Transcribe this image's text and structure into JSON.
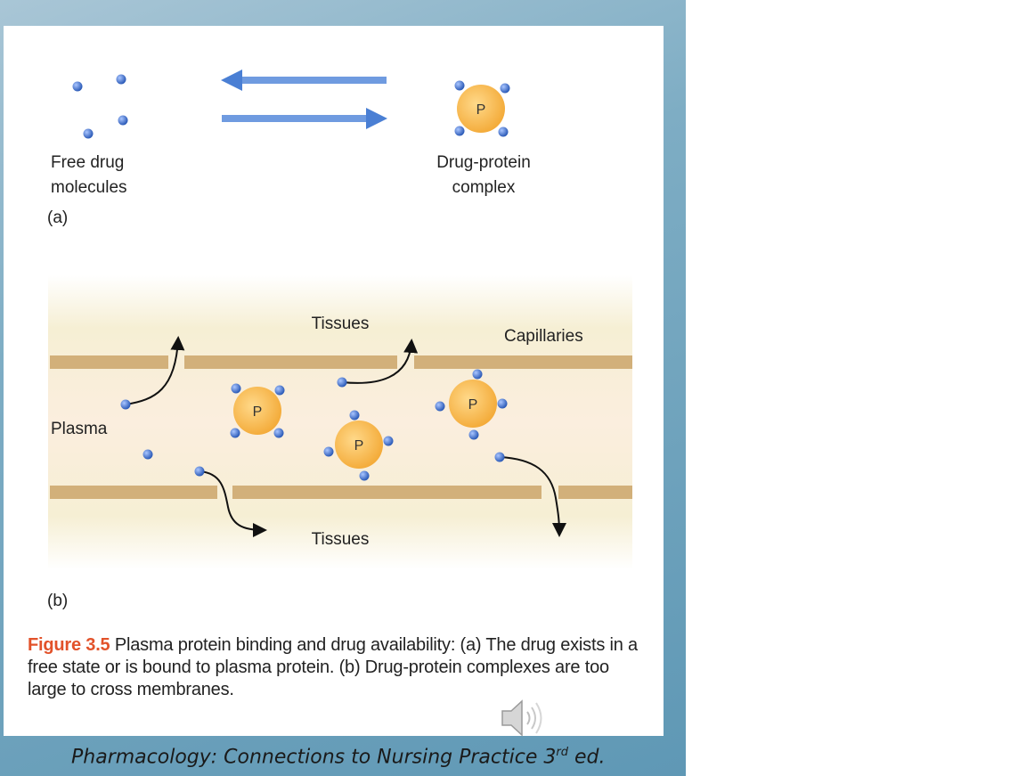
{
  "diagram": {
    "part_a": {
      "free_drug_label_1": "Free drug",
      "free_drug_label_2": "molecules",
      "complex_label_1": "Drug-protein",
      "complex_label_2": "complex",
      "panel_label": "(a)"
    },
    "part_b": {
      "tissues_top": "Tissues",
      "capillaries": "Capillaries",
      "plasma": "Plasma",
      "tissues_bottom": "Tissues",
      "panel_label": "(b)"
    },
    "protein_letter": "P"
  },
  "caption": {
    "figure_number": "Figure 3.5",
    "text": "Plasma protein binding and drug availability: (a) The drug exists in a free state or is bound to plasma protein. (b) Drug-protein complexes are too large to cross membranes."
  },
  "source": {
    "text": "Pharmacology: Connections to Nursing Practice 3",
    "superscript": "rd",
    "suffix": " ed."
  },
  "colors": {
    "drug_blue": "#3f6fc7",
    "protein_orange": "#f6b64a",
    "membrane_tan": "#d2b07a",
    "plasma_bg": "#fbefe0",
    "arrow_blue": "#4a7fd4",
    "figure_red": "#e2522a"
  },
  "icons": [
    "speaker-icon"
  ]
}
